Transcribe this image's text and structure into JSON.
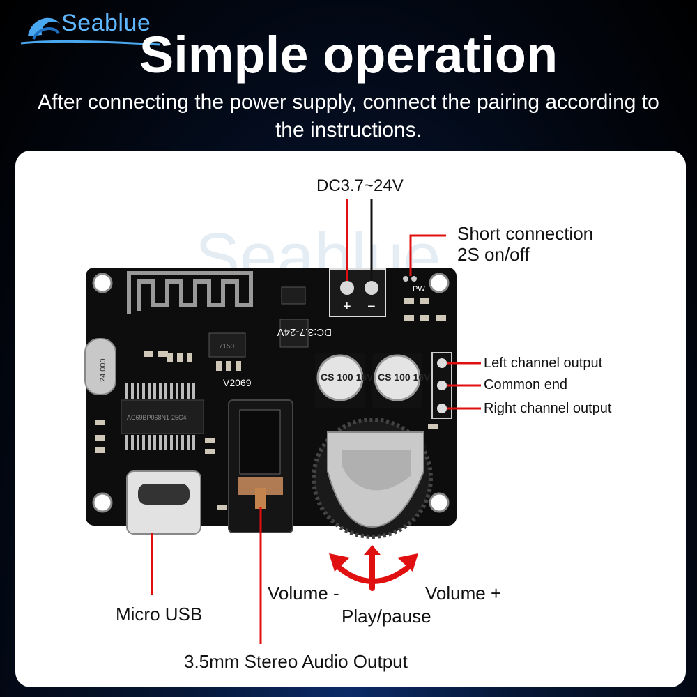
{
  "brand": {
    "name": "Seablue",
    "watermark": "Seablue"
  },
  "header": {
    "title": "Simple operation",
    "subtitle": "After connecting the power supply, connect the pairing according to the instructions."
  },
  "board": {
    "power_label": "DC3.7~24V",
    "plus": "+",
    "minus": "−",
    "silk_voltage": "DC:3.7-24V",
    "model": "V2069",
    "crystal": "24.000",
    "capacitor_text": "CS 100 16V",
    "chip_text": "AC69BP068N1-25C4",
    "regulator": "7150",
    "pw": "PW"
  },
  "labels": {
    "power": "DC3.7~24V",
    "short_line1": "Short connection",
    "short_line2": "2S on/off",
    "left_channel": "Left channel output",
    "common_end": "Common end",
    "right_channel": "Right channel output",
    "micro_usb": "Micro USB",
    "audio_output": "3.5mm Stereo Audio Output",
    "volume_minus": "Volume -",
    "volume_plus": "Volume +",
    "play_pause": "Play/pause"
  },
  "colors": {
    "accent_red": "#e01010",
    "brand_blue": "#5fb8ff",
    "pcb": "#0d0d0d"
  }
}
